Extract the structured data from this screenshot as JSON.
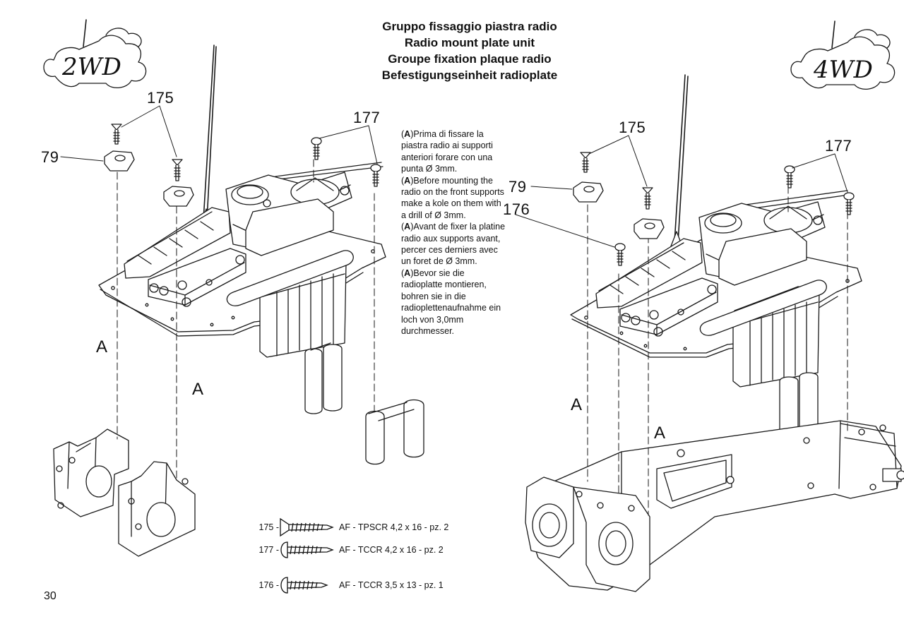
{
  "titles": [
    "Gruppo fissaggio piastra radio",
    "Radio mount plate unit",
    "Groupe fixation plaque radio",
    "Befestigungseinheit radioplate"
  ],
  "logos": {
    "left": "2WD",
    "right": "4WD"
  },
  "instructions": [
    {
      "tag": "A",
      "text": "Prima di fissare la piastra radio ai supporti anteriori forare con una punta Ø 3mm."
    },
    {
      "tag": "A",
      "text": "Before mounting the radio on the front supports make a kole on them with a drill of Ø 3mm."
    },
    {
      "tag": "A",
      "text": "Avant de fixer la platine radio aux supports avant, percer ces derniers avec un foret de Ø 3mm."
    },
    {
      "tag": "A",
      "text": "Bevor sie die radioplatte montieren, bohren sie in die radioplettenaufnahme ein loch von 3,0mm durchmesser."
    }
  ],
  "callouts": {
    "left": {
      "p175": "175",
      "p177": "177",
      "p79": "79",
      "a1": "A",
      "a2": "A"
    },
    "right": {
      "p175": "175",
      "p177": "177",
      "p79": "79",
      "p176": "176",
      "a1": "A",
      "a2": "A"
    }
  },
  "legend": [
    {
      "num": "175 -",
      "desc": "AF - TPSCR 4,2 x 16 - pz. 2",
      "icon": "countersunk-screw-icon"
    },
    {
      "num": "177 -",
      "desc": "AF - TCCR 4,2 x 16 - pz. 2",
      "icon": "pan-head-screw-icon"
    },
    {
      "num": "176 -",
      "desc": "AF - TCCR 3,5 x 13 - pz. 1",
      "icon": "pan-head-screw-small-icon"
    }
  ],
  "page_number": "30"
}
